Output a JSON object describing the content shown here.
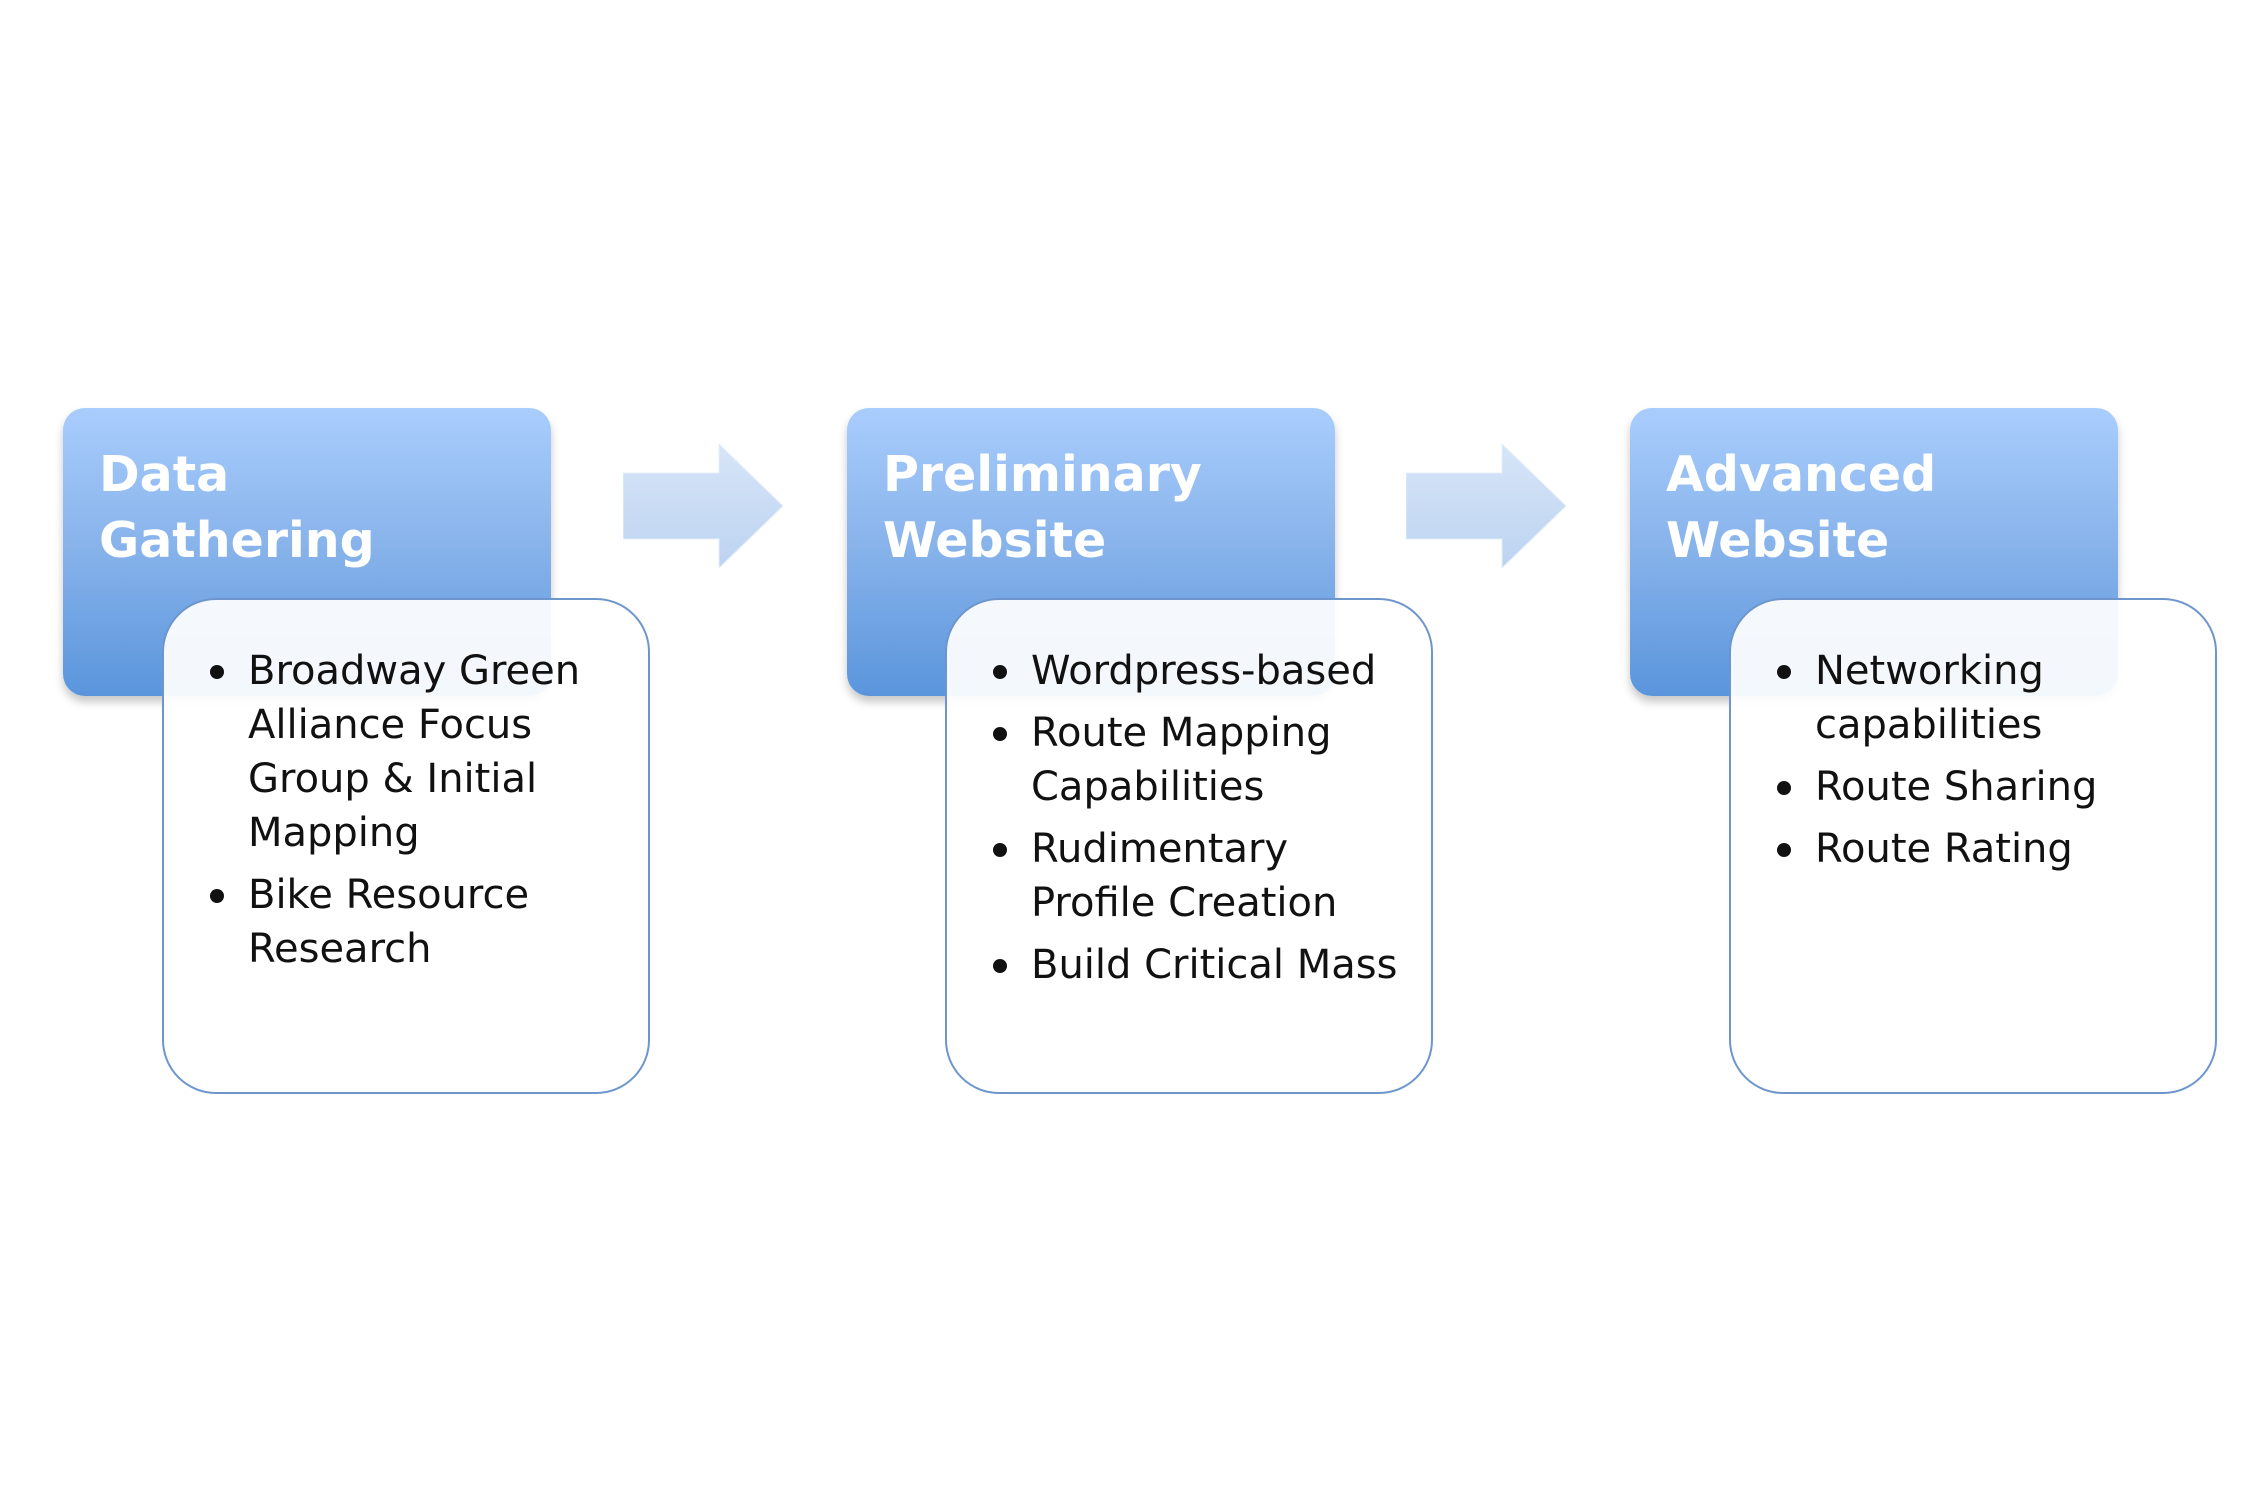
{
  "steps": [
    {
      "title": "Data Gathering",
      "items": [
        "Broadway Green Alliance Focus Group & Initial Mapping",
        "Bike Resource Research"
      ]
    },
    {
      "title": "Preliminary Website",
      "items": [
        "Wordpress-based",
        "Route Mapping Capabilities",
        "Rudimentary Profile Creation",
        "Build Critical Mass"
      ]
    },
    {
      "title": "Advanced Website",
      "items": [
        "Networking capabilities",
        "Route Sharing",
        "Route Rating"
      ]
    }
  ],
  "colors": {
    "header_top": "#a9cdfd",
    "header_bottom": "#5a95dc",
    "detail_border": "#6d96cd",
    "arrow_fill": "#c8dbf4"
  }
}
